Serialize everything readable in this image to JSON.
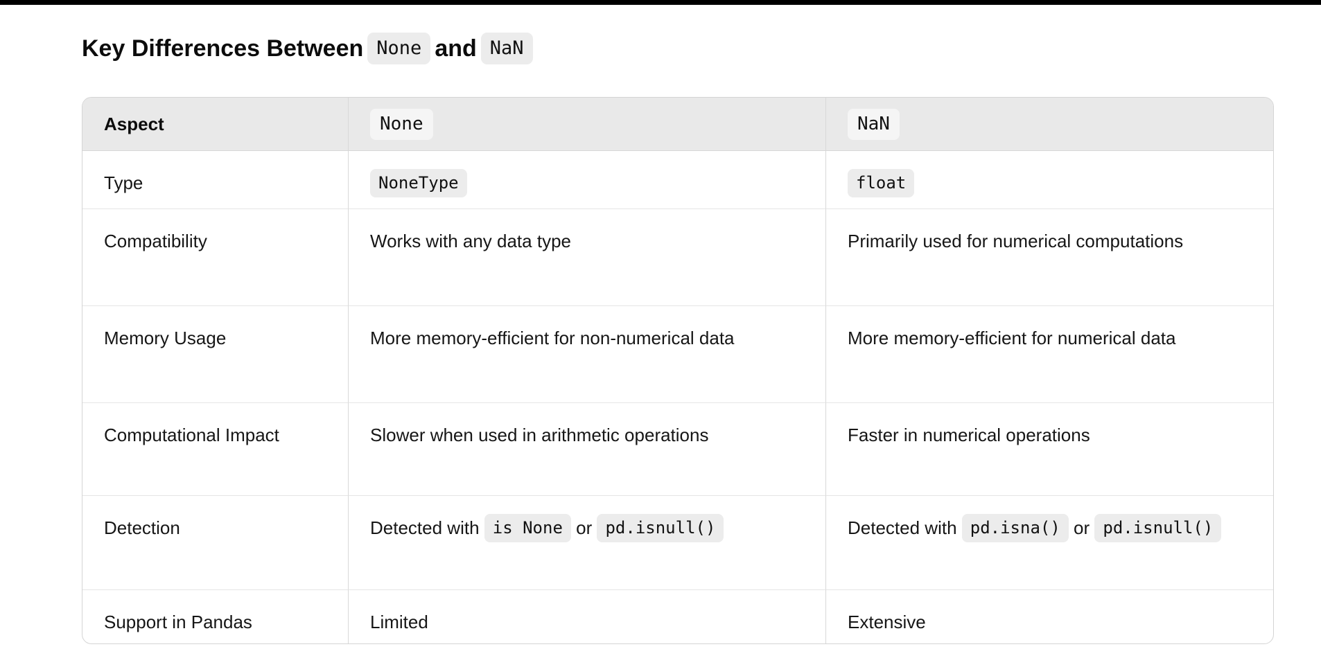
{
  "colors": {
    "top_bar": "#000000",
    "header_bg": "#e9e9e9",
    "badge_bg": "#ececec",
    "header_badge_bg": "#f5f5f5"
  },
  "heading": {
    "parts": [
      {
        "code": false,
        "text": "Key Differences Between"
      },
      {
        "code": true,
        "text": "None"
      },
      {
        "code": false,
        "text": "and"
      },
      {
        "code": true,
        "text": "NaN"
      }
    ]
  },
  "table": {
    "header": [
      [
        {
          "code": false,
          "text": "Aspect"
        }
      ],
      [
        {
          "code": true,
          "text": "None"
        }
      ],
      [
        {
          "code": true,
          "text": "NaN"
        }
      ]
    ],
    "rows": [
      [
        [
          {
            "code": false,
            "text": "Type"
          }
        ],
        [
          {
            "code": true,
            "text": "NoneType"
          }
        ],
        [
          {
            "code": true,
            "text": "float"
          }
        ]
      ],
      [
        [
          {
            "code": false,
            "text": "Compatibility"
          }
        ],
        [
          {
            "code": false,
            "text": "Works with any data type"
          }
        ],
        [
          {
            "code": false,
            "text": "Primarily used for numerical computations"
          }
        ]
      ],
      [
        [
          {
            "code": false,
            "text": "Memory Usage"
          }
        ],
        [
          {
            "code": false,
            "text": "More memory-efficient for non-numerical data"
          }
        ],
        [
          {
            "code": false,
            "text": "More memory-efficient for numerical data"
          }
        ]
      ],
      [
        [
          {
            "code": false,
            "text": "Computational Impact"
          }
        ],
        [
          {
            "code": false,
            "text": "Slower when used in arithmetic operations"
          }
        ],
        [
          {
            "code": false,
            "text": "Faster in numerical operations"
          }
        ]
      ],
      [
        [
          {
            "code": false,
            "text": "Detection"
          }
        ],
        [
          {
            "code": false,
            "text": "Detected with "
          },
          {
            "code": true,
            "text": "is None"
          },
          {
            "code": false,
            "text": " or "
          },
          {
            "code": true,
            "text": "pd.isnull()"
          }
        ],
        [
          {
            "code": false,
            "text": "Detected with "
          },
          {
            "code": true,
            "text": "pd.isna()"
          },
          {
            "code": false,
            "text": " or "
          },
          {
            "code": true,
            "text": "pd.isnull()"
          }
        ]
      ],
      [
        [
          {
            "code": false,
            "text": "Support in Pandas"
          }
        ],
        [
          {
            "code": false,
            "text": "Limited"
          }
        ],
        [
          {
            "code": false,
            "text": "Extensive"
          }
        ]
      ]
    ]
  }
}
